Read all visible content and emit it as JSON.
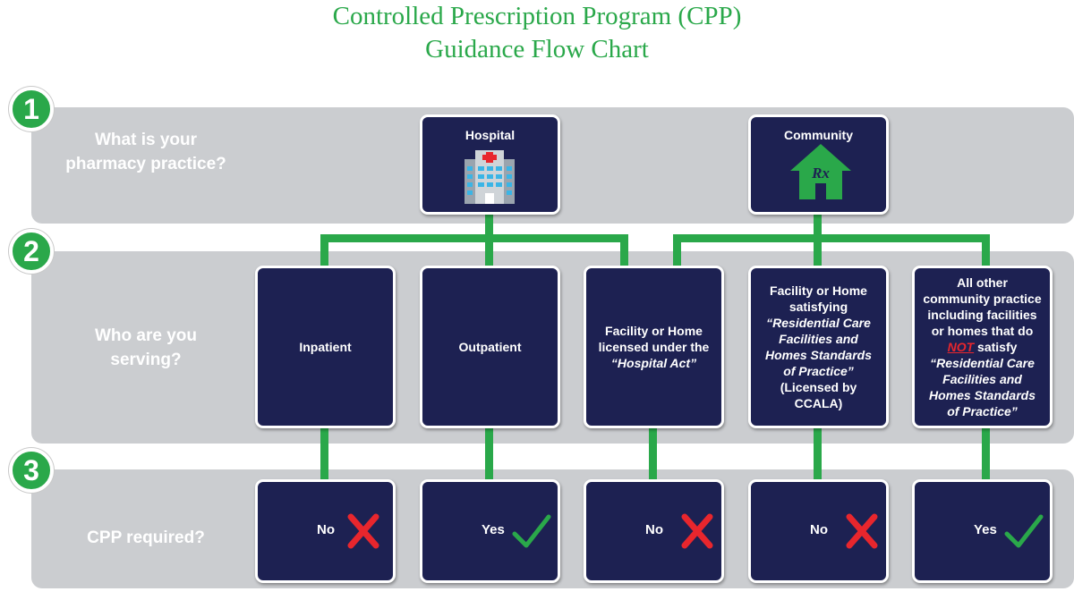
{
  "title_line1": "Controlled Prescription Program (CPP)",
  "title_line2": "Guidance Flow Chart",
  "colors": {
    "green": "#2aa84a",
    "navy": "#1d2152",
    "band": "#cbcdd0",
    "red": "#e8262d"
  },
  "steps": [
    {
      "number": "1",
      "question": "What is your pharmacy practice?"
    },
    {
      "number": "2",
      "question": "Who are you serving?"
    },
    {
      "number": "3",
      "question": "CPP required?"
    }
  ],
  "practices": [
    {
      "label": "Hospital",
      "icon": "hospital-building-icon"
    },
    {
      "label": "Community",
      "icon": "house-rx-icon",
      "icon_text": "Rx"
    }
  ],
  "serving": {
    "inpatient": "Inpatient",
    "outpatient": "Outpatient",
    "hospital_act_pre": "Facility or Home licensed under the",
    "hospital_act_italic": "“Hospital Act”",
    "rcf_pre": "Facility or Home satisfying",
    "rcf_italic": "“Residential Care Facilities and Homes Standards of Practice”",
    "rcf_post": "(Licensed by CCALA)",
    "other_pre": "All other community practice including facilities or homes that do",
    "other_not": "NOT",
    "other_mid": "satisfy",
    "other_italic": "“Residential Care Facilities and Homes Standards of Practice”"
  },
  "answers": [
    {
      "label": "No",
      "icon": "red-x-icon"
    },
    {
      "label": "Yes",
      "icon": "green-check-icon"
    },
    {
      "label": "No",
      "icon": "red-x-icon"
    },
    {
      "label": "No",
      "icon": "red-x-icon"
    },
    {
      "label": "Yes",
      "icon": "green-check-icon"
    }
  ]
}
